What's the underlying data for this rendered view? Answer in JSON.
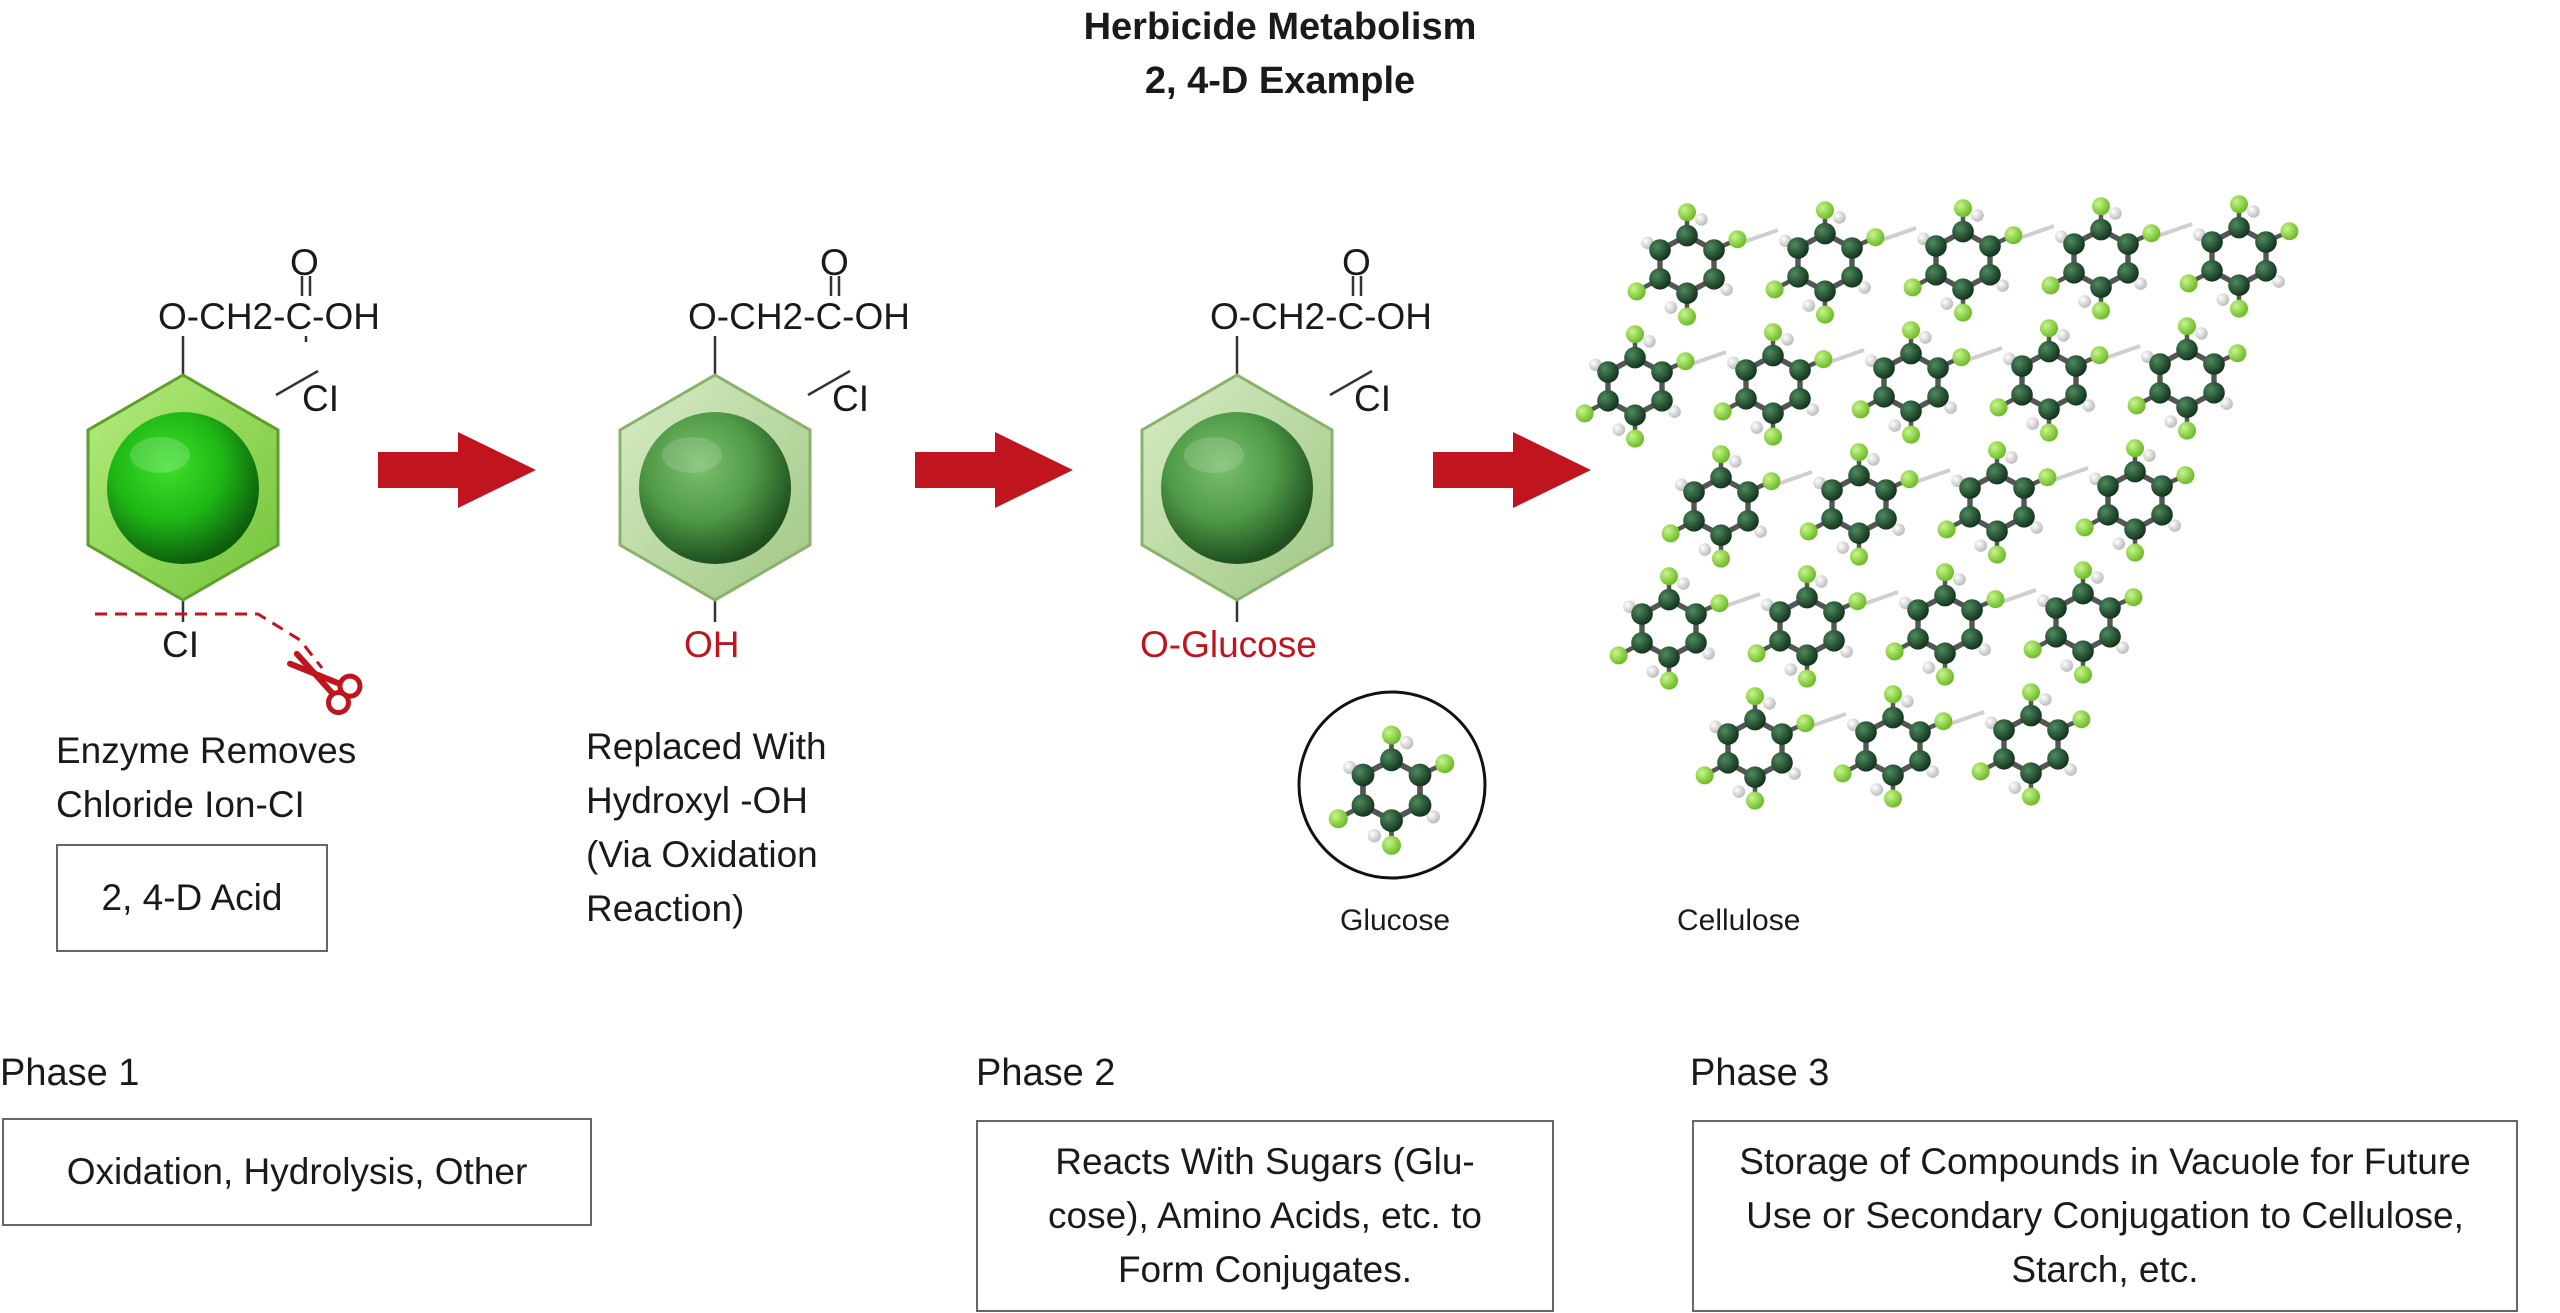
{
  "title": {
    "line1": "Herbicide Metabolism",
    "line2": "2, 4-D Example"
  },
  "molecules": [
    {
      "o_label": "O",
      "chain": "O-CH2-C-OH",
      "cl": "CI"
    },
    {
      "o_label": "O",
      "chain": "O-CH2-C-OH",
      "cl": "CI"
    },
    {
      "o_label": "O",
      "chain": "O-CH2-C-OH",
      "cl": "CI"
    }
  ],
  "step1": {
    "removed": "CI",
    "caption1": "Enzyme Removes",
    "caption2": "Chloride Ion-CI",
    "box": "2, 4-D Acid"
  },
  "step2": {
    "group": "OH",
    "caption": [
      "Replaced With",
      "Hydroxyl -OH",
      "(Via Oxidation",
      "Reaction)"
    ]
  },
  "step3": {
    "group": "O-Glucose",
    "glucose_label": "Glucose"
  },
  "step4": {
    "cellulose_label": "Cellulose"
  },
  "phases": [
    {
      "label": "Phase 1",
      "text": "Oxidation, Hydrolysis, Other"
    },
    {
      "label": "Phase 2",
      "text_lines": [
        "Reacts With Sugars (Glu-",
        "cose), Amino Acids, etc. to",
        "Form Conjugates."
      ]
    },
    {
      "label": "Phase 3",
      "text_lines": [
        "Storage of Compounds in Vacuole for Future",
        "Use or Secondary Conjugation to Cellulose,",
        "Starch, etc."
      ]
    }
  ],
  "colors": {
    "arrow": "#c0141e",
    "ring_bright": "#8cd84a",
    "ring_pale": "#b7d79a",
    "sphere_bright": "#22c417",
    "sphere_pale": "#5aa64e",
    "atom_dark": "#1d4a2a",
    "atom_light": "#8fd93e"
  },
  "icons": [
    "scissors-icon",
    "arrow-right-icon"
  ]
}
